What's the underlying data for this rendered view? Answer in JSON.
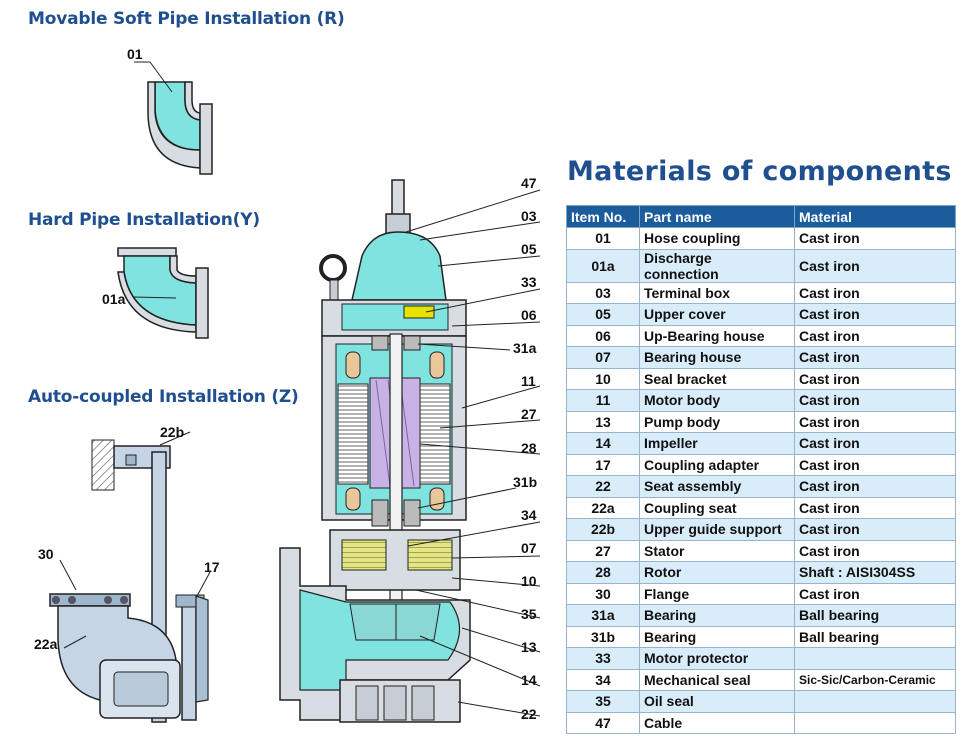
{
  "headings": {
    "movable": "Movable Soft Pipe Installation (R)",
    "hard": "Hard Pipe  Installation(Y)",
    "auto": "Auto-coupled Installation (Z)",
    "materials": "Materials of components"
  },
  "figure_labels": {
    "movable_part": "01",
    "hard_part": "01a",
    "auto_top": "22b",
    "auto_flange": "30",
    "auto_adapter": "17",
    "auto_seat": "22a"
  },
  "pump_callouts": [
    "47",
    "03",
    "05",
    "33",
    "06",
    "31a",
    "11",
    "27",
    "28",
    "31b",
    "34",
    "07",
    "10",
    "35",
    "13",
    "14",
    "22"
  ],
  "table": {
    "headers": [
      "Item No.",
      "Part name",
      "Material"
    ],
    "rows": [
      {
        "no": "01",
        "name": "Hose coupling",
        "material": "Cast iron"
      },
      {
        "no": "01a",
        "name": "Discharge connection",
        "material": "Cast iron"
      },
      {
        "no": "03",
        "name": "Terminal box",
        "material": "Cast iron"
      },
      {
        "no": "05",
        "name": "Upper cover",
        "material": "Cast iron"
      },
      {
        "no": "06",
        "name": "Up-Bearing house",
        "material": "Cast iron"
      },
      {
        "no": "07",
        "name": "Bearing house",
        "material": "Cast iron"
      },
      {
        "no": "10",
        "name": "Seal bracket",
        "material": "Cast iron"
      },
      {
        "no": "11",
        "name": "Motor body",
        "material": "Cast iron"
      },
      {
        "no": "13",
        "name": "Pump body",
        "material": "Cast iron"
      },
      {
        "no": "14",
        "name": "Impeller",
        "material": "Cast iron"
      },
      {
        "no": "17",
        "name": "Coupling adapter",
        "material": "Cast iron"
      },
      {
        "no": "22",
        "name": "Seat assembly",
        "material": "Cast iron"
      },
      {
        "no": "22a",
        "name": "Coupling seat",
        "material": "Cast iron"
      },
      {
        "no": "22b",
        "name": "Upper guide support",
        "material": "Cast iron"
      },
      {
        "no": "27",
        "name": "Stator",
        "material": "Cast iron"
      },
      {
        "no": "28",
        "name": "Rotor",
        "material": "Shaft : AISI304SS"
      },
      {
        "no": "30",
        "name": "Flange",
        "material": "Cast iron"
      },
      {
        "no": "31a",
        "name": "Bearing",
        "material": "Ball bearing"
      },
      {
        "no": "31b",
        "name": "Bearing",
        "material": "Ball bearing"
      },
      {
        "no": "33",
        "name": "Motor protector",
        "material": ""
      },
      {
        "no": "34",
        "name": "Mechanical seal",
        "material": "Sic-Sic/Carbon-Ceramic"
      },
      {
        "no": "35",
        "name": "Oil seal",
        "material": ""
      },
      {
        "no": "47",
        "name": "Cable",
        "material": ""
      }
    ]
  },
  "colors": {
    "heading": "#1f4f8f",
    "table_header": "#1a5c9c",
    "row_alt": "#d9ecfa",
    "water": "#7fe3e0",
    "casing": "#d8dde3",
    "stator": "#c9b3e6",
    "seal": "#e3e58a"
  }
}
